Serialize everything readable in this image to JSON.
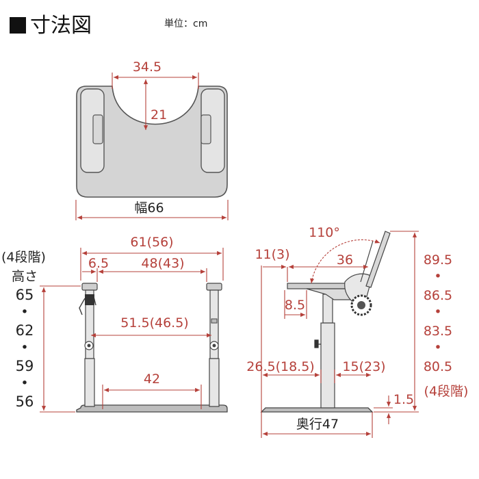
{
  "header": {
    "title": "寸法図",
    "unit": "単位：cm"
  },
  "top_view": {
    "notch_width": "34.5",
    "notch_depth": "21",
    "width": "幅66"
  },
  "front_view": {
    "overall_width": "61(56)",
    "height_steps_label": "(4段階)",
    "height_label": "高さ",
    "heights": [
      "65",
      "62",
      "59",
      "56"
    ],
    "separator": "•",
    "end_width": "6.5",
    "inner_width": "48(43)",
    "pole_width": "51.5(46.5)",
    "base_width": "42"
  },
  "side_view": {
    "angle": "110°",
    "offset": "11(3)",
    "table_depth": "36",
    "bracket": "8.5",
    "rear_depth": "26.5(18.5)",
    "front_depth": "15(23)",
    "base_height": "1.5",
    "depth": "奥行47",
    "backrest_heights": [
      "89.5",
      "86.5",
      "83.5",
      "80.5"
    ],
    "steps_label": "(4段階)"
  },
  "colors": {
    "dimension": "#b5403a",
    "outline": "#555555",
    "fill": "#d4d4d4"
  }
}
